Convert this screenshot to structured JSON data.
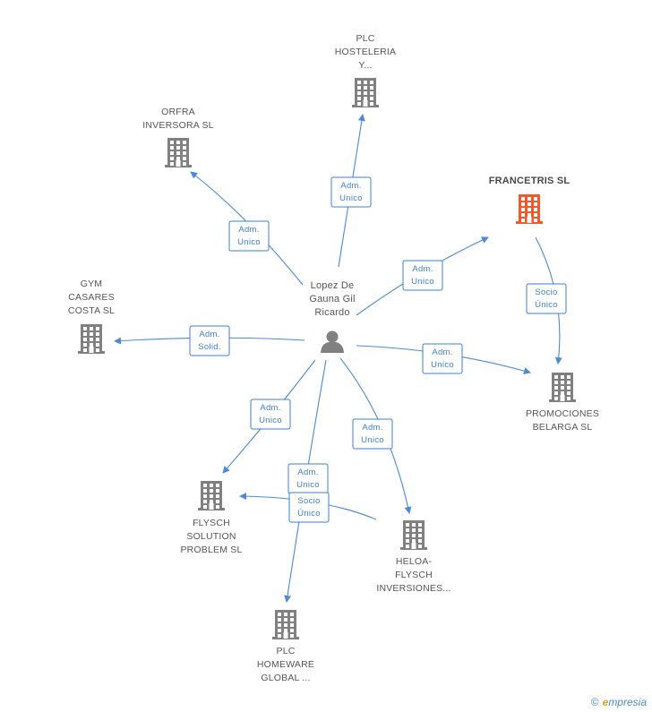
{
  "colors": {
    "edge": "#4a8ad8",
    "building": "#808080",
    "building_focus": "#f05a2a",
    "person": "#808080"
  },
  "person": {
    "label_lines": [
      "Lopez De",
      "Gauna Gil",
      "Ricardo"
    ],
    "icon": "person-icon"
  },
  "companies": [
    {
      "id": "plc-hosteleria",
      "label_lines": [
        "PLC",
        "HOSTELERIA",
        "Y..."
      ],
      "icon": "building-icon",
      "focus": false
    },
    {
      "id": "orfra-inversora",
      "label_lines": [
        "ORFRA",
        "INVERSORA SL"
      ],
      "icon": "building-icon",
      "focus": false
    },
    {
      "id": "francetris",
      "label_lines": [
        "FRANCETRIS SL"
      ],
      "icon": "building-icon",
      "focus": true
    },
    {
      "id": "gym-casares",
      "label_lines": [
        "GYM",
        "CASARES",
        "COSTA SL"
      ],
      "icon": "building-icon",
      "focus": false
    },
    {
      "id": "promociones-belarga",
      "label_lines": [
        "PROMOCIONES",
        "BELARGA SL"
      ],
      "icon": "building-icon",
      "focus": false
    },
    {
      "id": "flysch-solution",
      "label_lines": [
        "FLYSCH",
        "SOLUTION",
        "PROBLEM SL"
      ],
      "icon": "building-icon",
      "focus": false
    },
    {
      "id": "heloa-flysch",
      "label_lines": [
        "HELOA-",
        "FLYSCH",
        "INVERSIONES..."
      ],
      "icon": "building-icon",
      "focus": false
    },
    {
      "id": "plc-homeware",
      "label_lines": [
        "PLC",
        "HOMEWARE",
        "GLOBAL ..."
      ],
      "icon": "building-icon",
      "focus": false
    }
  ],
  "edges": [
    {
      "id": "to-plc-hosteleria",
      "label_lines": [
        "Adm.",
        "Unico"
      ]
    },
    {
      "id": "to-orfra",
      "label_lines": [
        "Adm.",
        "Unico"
      ]
    },
    {
      "id": "to-francetris",
      "label_lines": [
        "Adm.",
        "Unico"
      ]
    },
    {
      "id": "francetris-to-promociones",
      "label_lines": [
        "Socio",
        "Único"
      ]
    },
    {
      "id": "to-gym",
      "label_lines": [
        "Adm.",
        "Solid."
      ]
    },
    {
      "id": "to-promociones",
      "label_lines": [
        "Adm.",
        "Unico"
      ]
    },
    {
      "id": "to-flysch",
      "label_lines": [
        "Adm.",
        "Unico"
      ]
    },
    {
      "id": "to-heloa",
      "label_lines": [
        "Adm.",
        "Unico"
      ]
    },
    {
      "id": "to-plc-homeware",
      "label_lines": [
        "Adm.",
        "Unico"
      ]
    },
    {
      "id": "heloa-to-flysch",
      "label_lines": [
        "Socio",
        "Único"
      ]
    }
  ],
  "watermark": {
    "copyright": "©",
    "brand_initial": "e",
    "brand_rest": "mpresia"
  }
}
